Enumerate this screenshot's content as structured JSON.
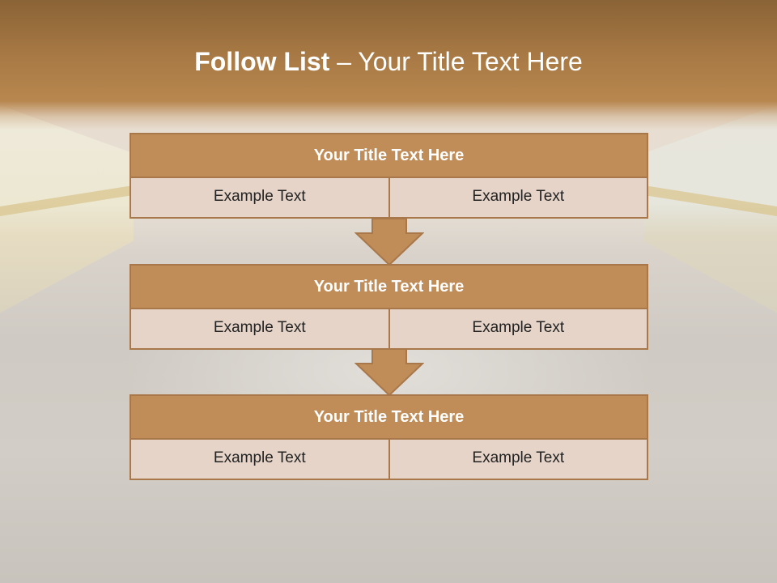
{
  "slide": {
    "title_bold": "Follow List",
    "title_rest": " – Your Title Text Here"
  },
  "blocks": [
    {
      "header": "Your Title Text Here",
      "left": "Example Text",
      "right": "Example Text"
    },
    {
      "header": "Your Title Text Here",
      "left": "Example Text",
      "right": "Example Text"
    },
    {
      "header": "Your Title Text Here",
      "left": "Example Text",
      "right": "Example Text"
    }
  ],
  "colors": {
    "title_band": "#a97a45",
    "header_fill": "#c08c58",
    "cell_fill": "#e6d4c8",
    "border": "#a8784a",
    "arrow_fill": "#c08c58"
  },
  "icons": {
    "connector": "down-arrow-icon"
  }
}
